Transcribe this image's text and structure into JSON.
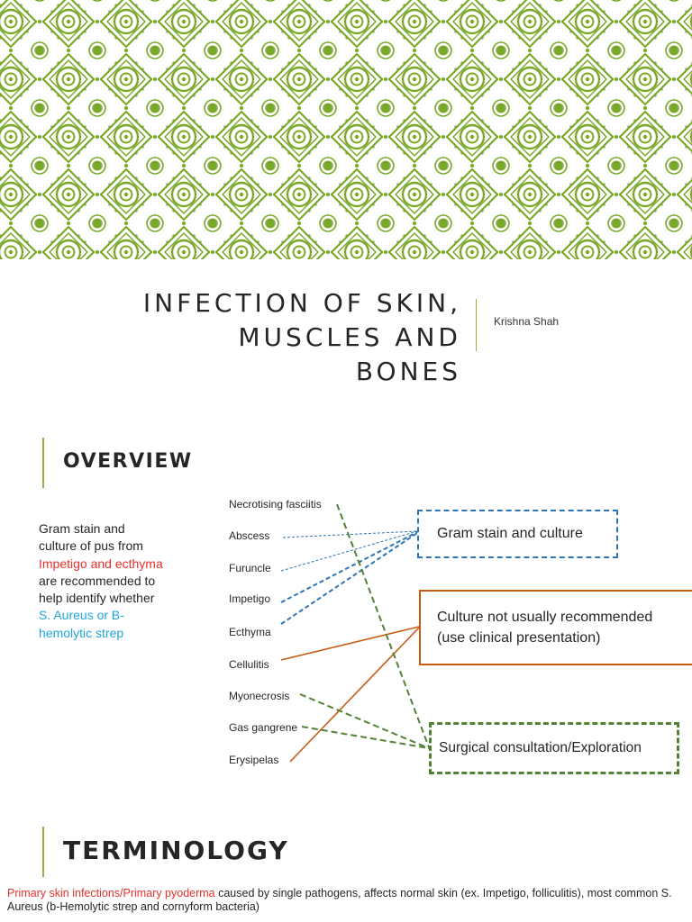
{
  "title_slide": {
    "title_line1": "INFECTION OF SKIN, MUSCLES AND",
    "title_line2": "BONES",
    "author": "Krishna Shah",
    "banner_pattern": "green-circle-diamond-pattern",
    "accent_color": "#8db43c"
  },
  "overview": {
    "heading": "OVERVIEW",
    "note": {
      "p1": "Gram stain and culture of pus from ",
      "red": "Impetigo and ecthyma",
      "p2": " are recommended to help identify whether ",
      "cyan": "S. Aureus or B-hemolytic strep"
    },
    "conditions": [
      "Necrotising fasciitis",
      "Abscess",
      "Furuncle",
      "Impetigo",
      "Ecthyma",
      "Cellulitis",
      "Myonecrosis",
      "Gas gangrene",
      "Erysipelas"
    ],
    "boxes": {
      "gram": "Gram stain and culture",
      "culture_line1": "Culture not usually recommended",
      "culture_line2": "(use clinical presentation)",
      "surgical": "Surgical consultation/Exploration"
    },
    "colors": {
      "gram": "#2e75b6",
      "culture": "#c55a11",
      "surgical": "#538135"
    }
  },
  "terminology": {
    "heading": "TERMINOLOGY",
    "red": "Primary skin infections/Primary pyoderma",
    "text": " caused by single pathogens, affects normal skin (ex. Impetigo, folliculitis), most common S. Aureus (b-Hemolytic strep and cornyform bacteria)"
  }
}
